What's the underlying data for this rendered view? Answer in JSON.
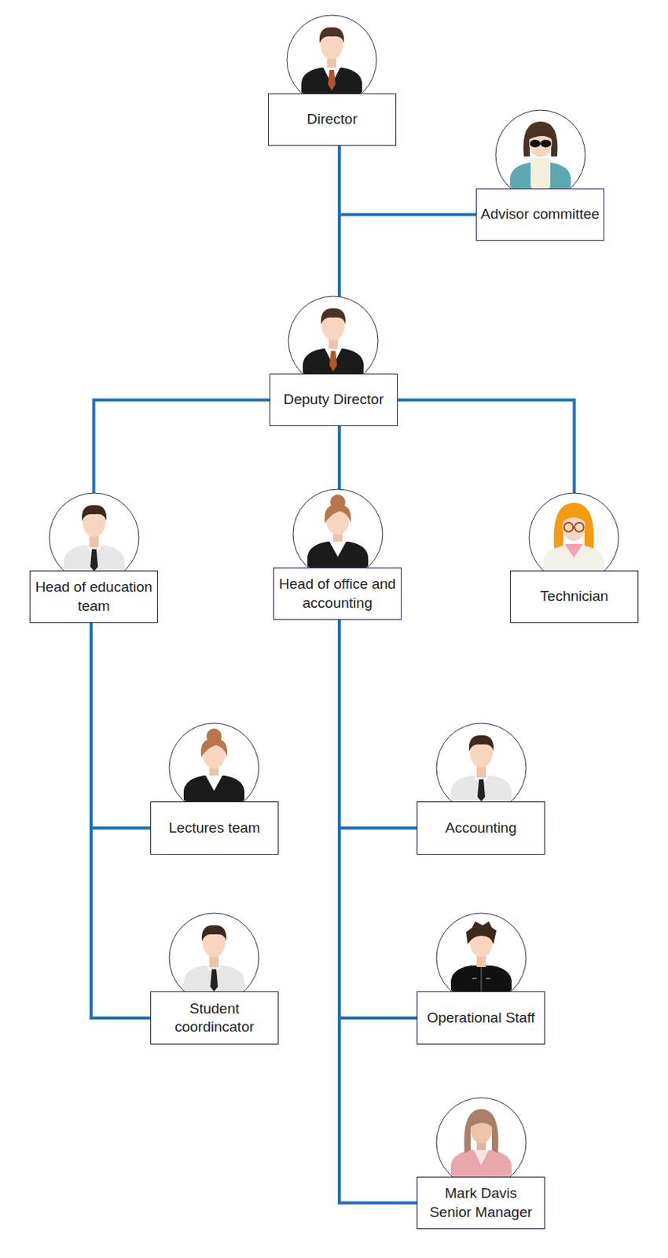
{
  "diagram": {
    "nodes": [
      {
        "text": [
          "Director"
        ]
      },
      {
        "text": [
          "Advisor committee"
        ]
      },
      {
        "text": [
          "Deputy Director"
        ]
      },
      {
        "text": [
          "Head of education team"
        ]
      },
      {
        "text": [
          "Head of office and accounting"
        ]
      },
      {
        "text": [
          "Technician"
        ]
      },
      {
        "text": [
          "Lectures team"
        ]
      },
      {
        "text": [
          "Accounting"
        ]
      },
      {
        "text": [
          "Student coordincator"
        ]
      },
      {
        "text": [
          "Operational Staff"
        ]
      },
      {
        "text": [
          "Mark Davis",
          "Senior Manager"
        ]
      }
    ],
    "edges": [
      {
        "from": 0,
        "to": 1,
        "arrow": "none"
      },
      {
        "from": 0,
        "to": 2,
        "arrow": "none"
      },
      {
        "from": 2,
        "to": 3,
        "arrow": "none"
      },
      {
        "from": 2,
        "to": 4,
        "arrow": "none"
      },
      {
        "from": 2,
        "to": 5,
        "arrow": "none"
      },
      {
        "from": 3,
        "to": 6,
        "arrow": "none"
      },
      {
        "from": 3,
        "to": 8,
        "arrow": "none"
      },
      {
        "from": 4,
        "to": 7,
        "arrow": "none"
      },
      {
        "from": 4,
        "to": 9,
        "arrow": "none"
      },
      {
        "from": 4,
        "to": 10,
        "arrow": "none"
      }
    ]
  }
}
